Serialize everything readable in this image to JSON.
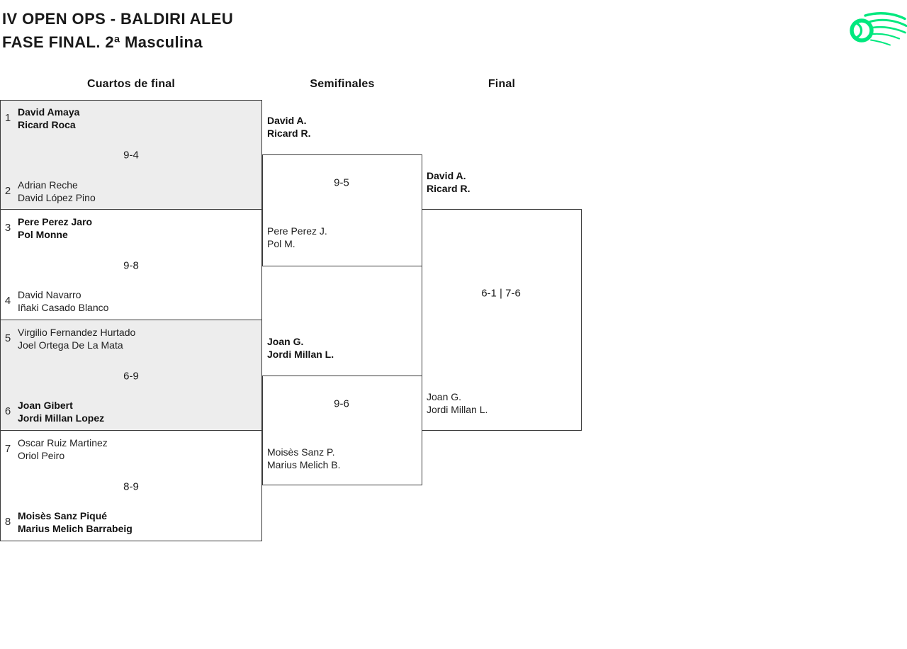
{
  "title": {
    "line1": "IV OPEN OPS - BALDIRI ALEU",
    "line2": "FASE FINAL. 2ª Masculina"
  },
  "columns": {
    "quarterfinals": "Cuartos de final",
    "semifinals": "Semifinales",
    "final": "Final"
  },
  "bracket": {
    "quarterfinals": [
      {
        "top": {
          "seed": "1",
          "lines": [
            "David Amaya",
            "Ricard Roca"
          ],
          "winner": true
        },
        "score": "9-4",
        "bottom": {
          "seed": "2",
          "lines": [
            "Adrian Reche",
            "David López Pino"
          ],
          "winner": false
        }
      },
      {
        "top": {
          "seed": "3",
          "lines": [
            "Pere Perez Jaro",
            "Pol Monne"
          ],
          "winner": true
        },
        "score": "9-8",
        "bottom": {
          "seed": "4",
          "lines": [
            "David Navarro",
            "Iñaki Casado Blanco"
          ],
          "winner": false
        }
      },
      {
        "top": {
          "seed": "5",
          "lines": [
            "Virgilio Fernandez Hurtado",
            "Joel Ortega De La Mata"
          ],
          "winner": false
        },
        "score": "6-9",
        "bottom": {
          "seed": "6",
          "lines": [
            "Joan Gibert",
            "Jordi Millan Lopez"
          ],
          "winner": true
        }
      },
      {
        "top": {
          "seed": "7",
          "lines": [
            "Oscar Ruiz Martinez",
            "Oriol Peiro"
          ],
          "winner": false
        },
        "score": "8-9",
        "bottom": {
          "seed": "8",
          "lines": [
            "Moisès Sanz Piqué",
            "Marius Melich Barrabeig"
          ],
          "winner": true
        }
      }
    ],
    "semifinals": [
      {
        "winner_lines": [
          "David A.",
          "Ricard R."
        ],
        "score": "9-5",
        "loser_lines": [
          "Pere Perez J.",
          "Pol M."
        ]
      },
      {
        "winner_lines": [
          "Joan G.",
          "Jordi Millan L."
        ],
        "score": "9-6",
        "loser_lines": [
          "Moisès Sanz P.",
          "Marius Melich B."
        ]
      }
    ],
    "final": {
      "winner_lines": [
        "David A.",
        "Ricard R."
      ],
      "score": "6-1 | 7-6",
      "loser_lines": [
        "Joan G.",
        "Jordi Millan L."
      ]
    }
  },
  "colors": {
    "logo_green": "#00E87E",
    "box_border": "#3a3a3a",
    "box_shaded": "#EDEDED"
  }
}
